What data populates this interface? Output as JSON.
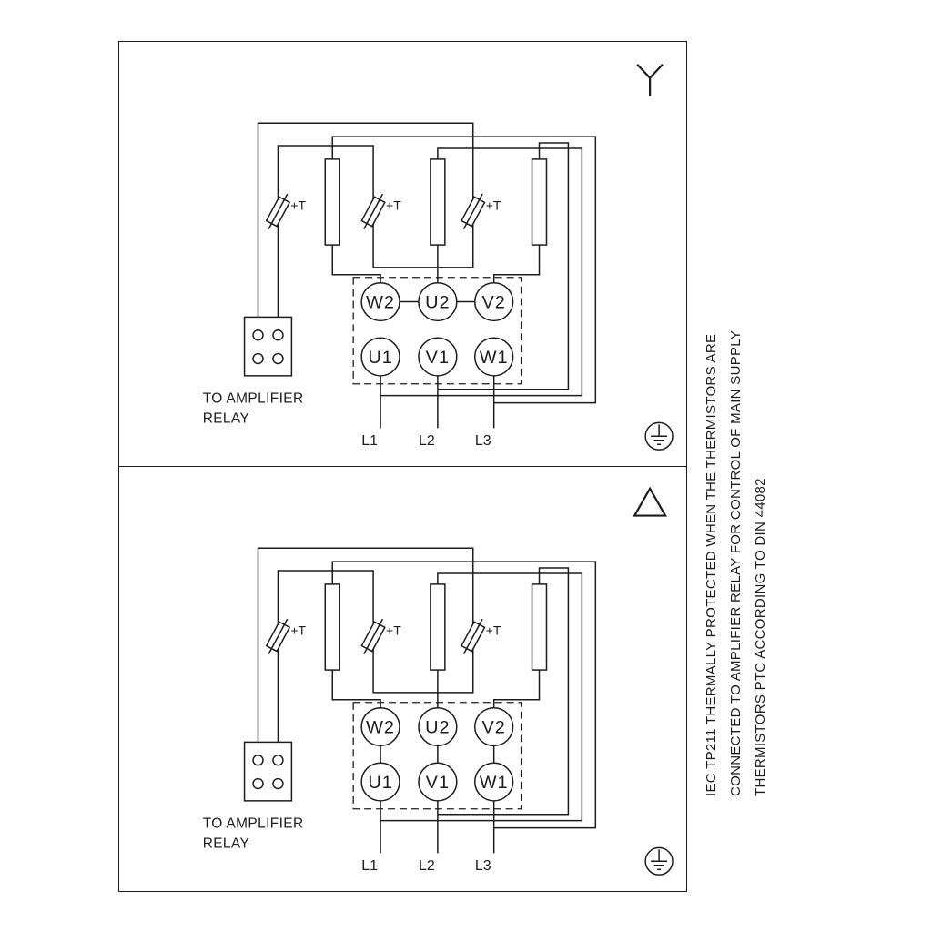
{
  "colors": {
    "ink": "#1c1c1c",
    "background": "#ffffff"
  },
  "panels": [
    {
      "name": "star-connection",
      "symbol": "star",
      "thermistor_label": "+T",
      "relay_note": [
        "TO AMPLIFIER",
        "RELAY"
      ],
      "terminals_top": [
        "W2",
        "U2",
        "V2"
      ],
      "terminals_bottom": [
        "U1",
        "V1",
        "W1"
      ],
      "supply": [
        "L1",
        "L2",
        "L3"
      ]
    },
    {
      "name": "delta-connection",
      "symbol": "delta",
      "thermistor_label": "+T",
      "relay_note": [
        "TO AMPLIFIER",
        "RELAY"
      ],
      "terminals_top": [
        "W2",
        "U2",
        "V2"
      ],
      "terminals_bottom": [
        "U1",
        "V1",
        "W1"
      ],
      "supply": [
        "L1",
        "L2",
        "L3"
      ]
    }
  ],
  "side_note": {
    "lines": [
      "IEC TP211 THERMALLY PROTECTED WHEN THE THERMISTORS ARE",
      "CONNECTED TO AMPLIFIER RELAY FOR CONTROL OF MAIN SUPPLY",
      "THERMISTORS PTC ACCORDING TO DIN 44082"
    ]
  }
}
